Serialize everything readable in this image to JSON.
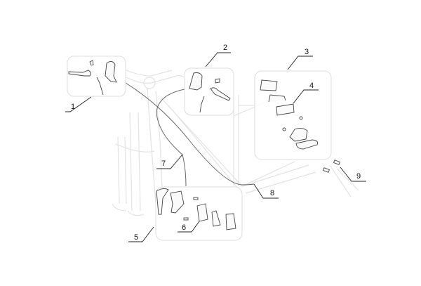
{
  "diagram": {
    "title": "Brake system exploded view",
    "callouts": [
      {
        "id": "1",
        "label": "1"
      },
      {
        "id": "2",
        "label": "2"
      },
      {
        "id": "3",
        "label": "3"
      },
      {
        "id": "4",
        "label": "4"
      },
      {
        "id": "5",
        "label": "5"
      },
      {
        "id": "6",
        "label": "6"
      },
      {
        "id": "7",
        "label": "7"
      },
      {
        "id": "8",
        "label": "8"
      },
      {
        "id": "9",
        "label": "9"
      }
    ],
    "colors": {
      "frame": "#e2e2e2",
      "parts": "#444444",
      "leader": "#222222"
    }
  }
}
